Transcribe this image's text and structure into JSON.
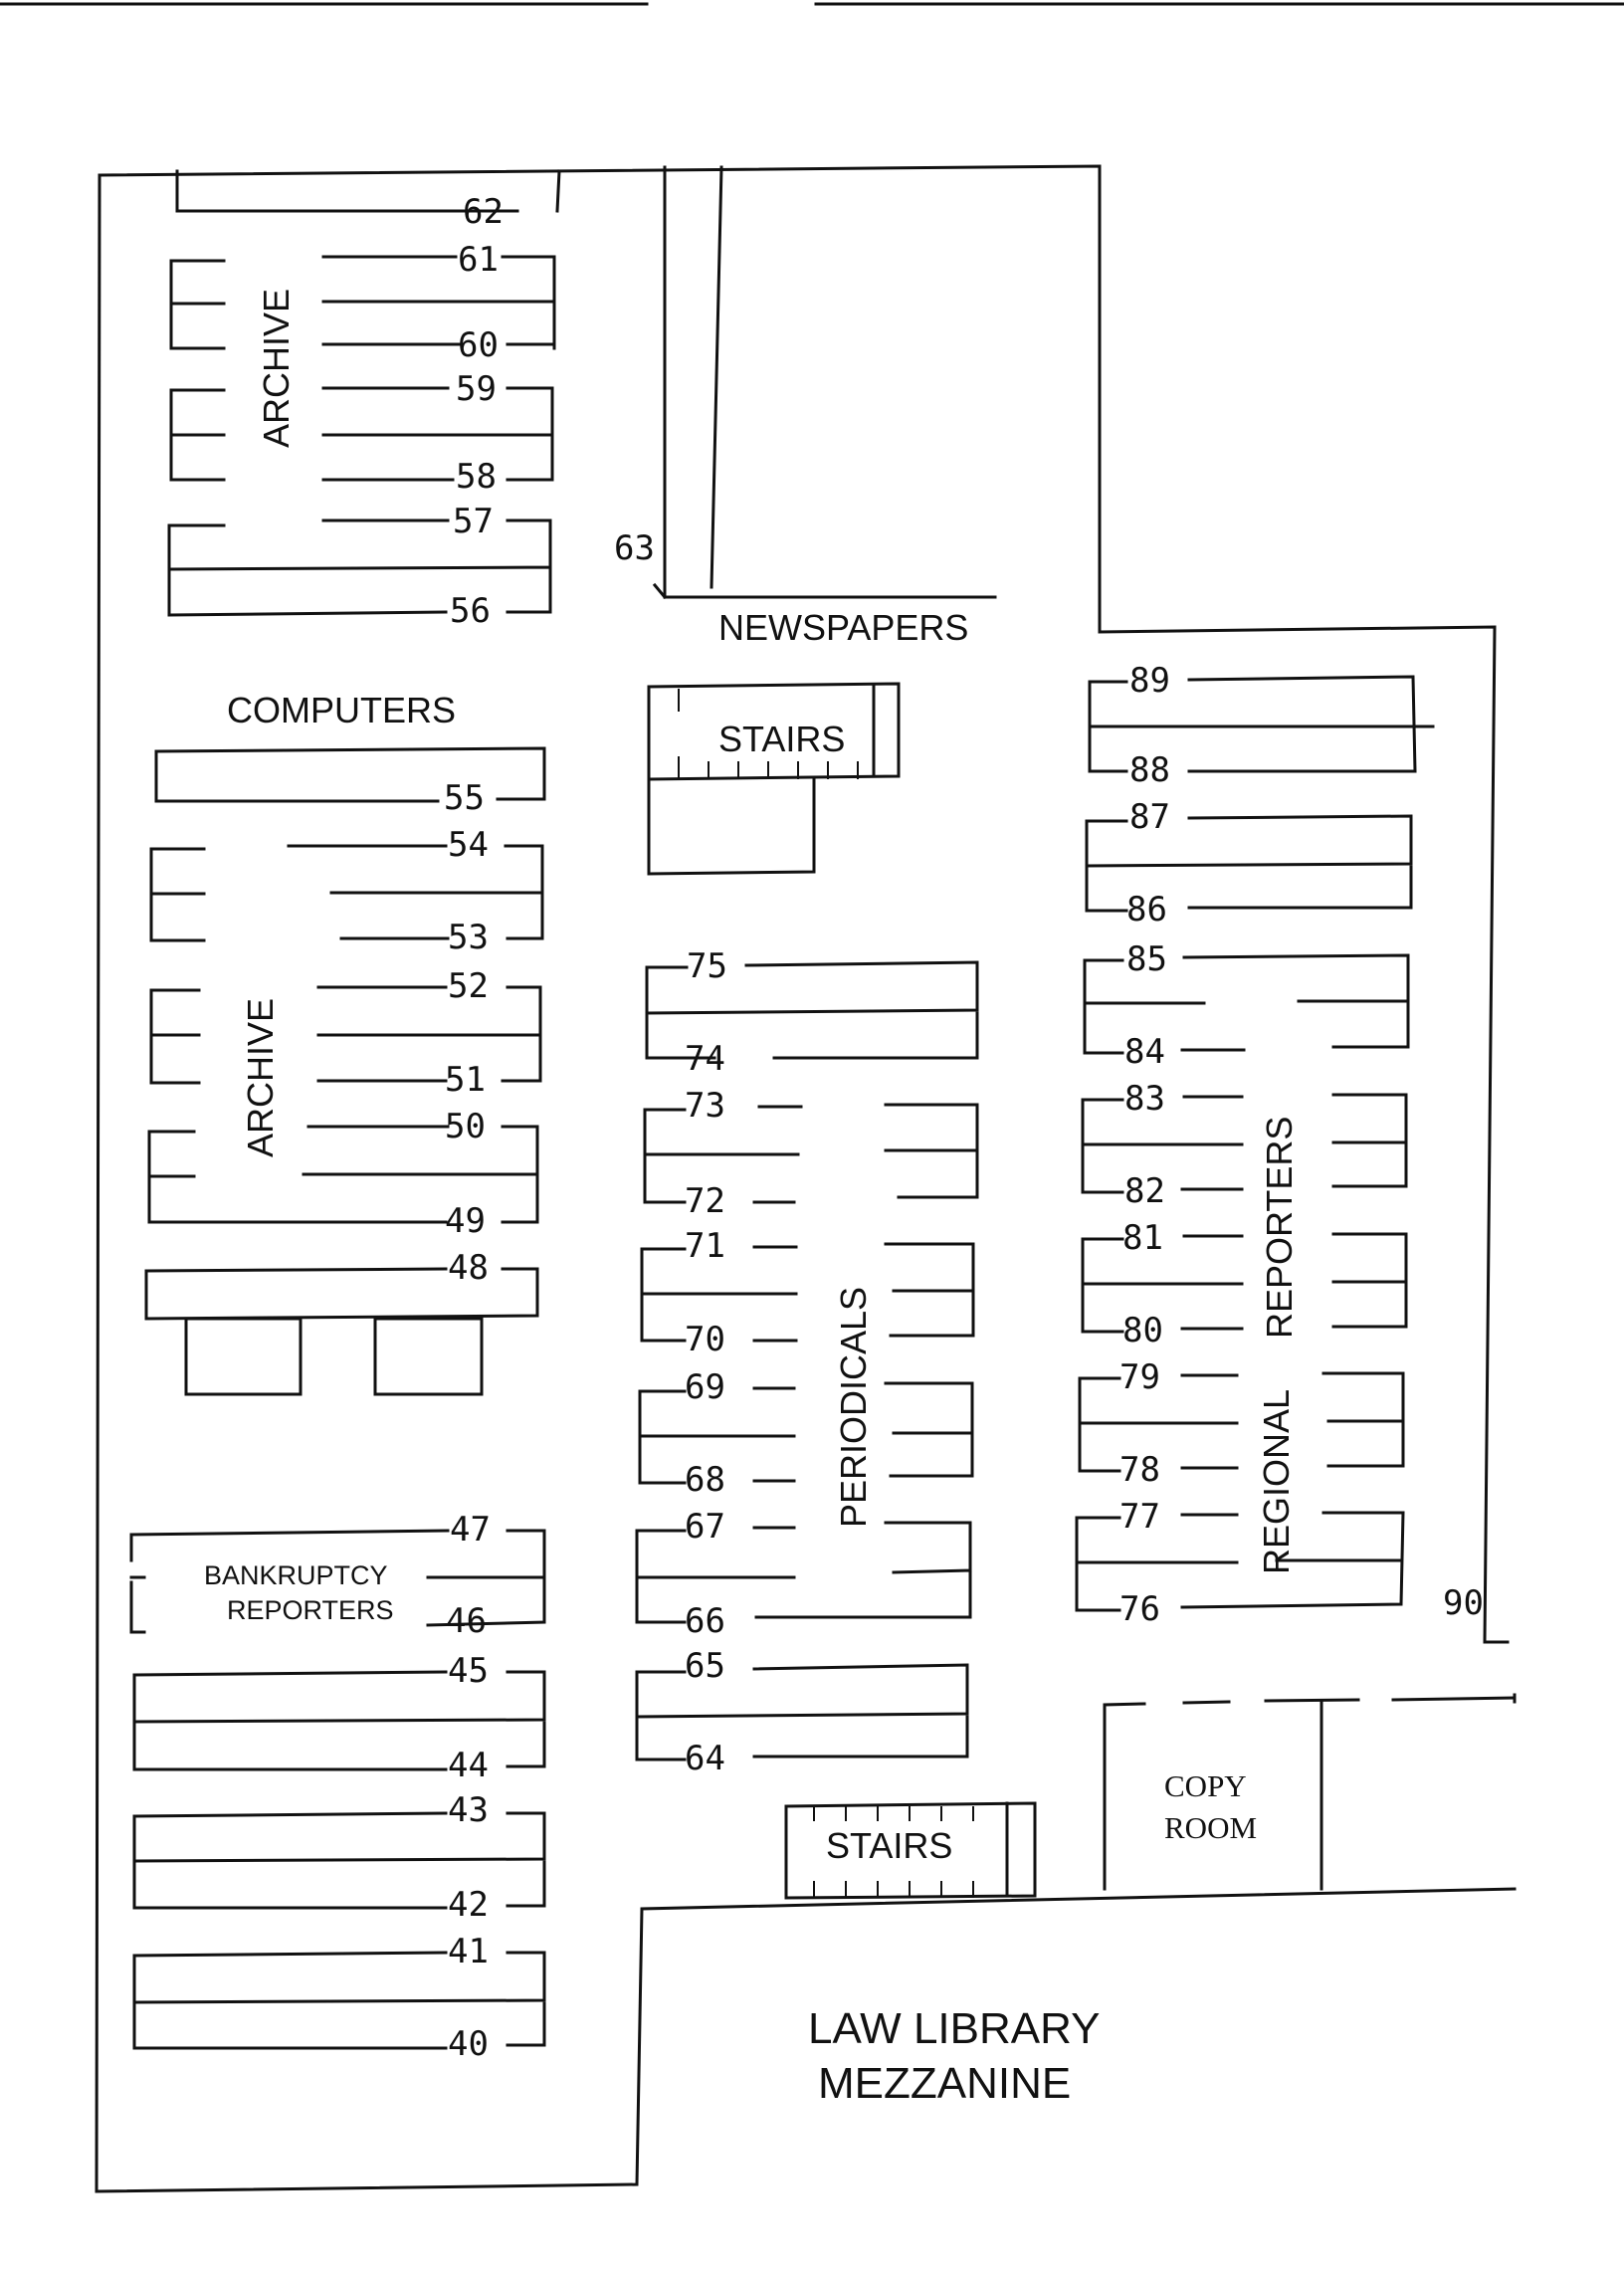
{
  "title_line1": "LAW LIBRARY",
  "title_line2": "MEZZANINE",
  "areas": {
    "archive_top": "ARCHIVE",
    "archive_mid": "ARCHIVE",
    "computers": "COMPUTERS",
    "newspapers": "NEWSPAPERS",
    "stairs_upper": "STAIRS",
    "stairs_lower": "STAIRS",
    "periodicals": "PERIODICALS",
    "reporters": "REPORTERS",
    "regional": "REGIONAL",
    "bankruptcy_line1": "BANKRUPTCY",
    "bankruptcy_line2": "REPORTERS",
    "copy_line1": "COPY",
    "copy_line2": "ROOM"
  },
  "ranges": {
    "r40": "40",
    "r41": "41",
    "r42": "42",
    "r43": "43",
    "r44": "44",
    "r45": "45",
    "r46": "46",
    "r47": "47",
    "r48": "48",
    "r49": "49",
    "r50": "50",
    "r51": "51",
    "r52": "52",
    "r53": "53",
    "r54": "54",
    "r55": "55",
    "r56": "56",
    "r57": "57",
    "r58": "58",
    "r59": "59",
    "r60": "60",
    "r61": "61",
    "r62": "62",
    "r63": "63",
    "r64": "64",
    "r65": "65",
    "r66": "66",
    "r67": "67",
    "r68": "68",
    "r69": "69",
    "r70": "70",
    "r71": "71",
    "r72": "72",
    "r73": "73",
    "r74": "74",
    "r75": "75",
    "r76": "76",
    "r77": "77",
    "r78": "78",
    "r79": "79",
    "r80": "80",
    "r81": "81",
    "r82": "82",
    "r83": "83",
    "r84": "84",
    "r85": "85",
    "r86": "86",
    "r87": "87",
    "r88": "88",
    "r89": "89",
    "r90": "90"
  }
}
